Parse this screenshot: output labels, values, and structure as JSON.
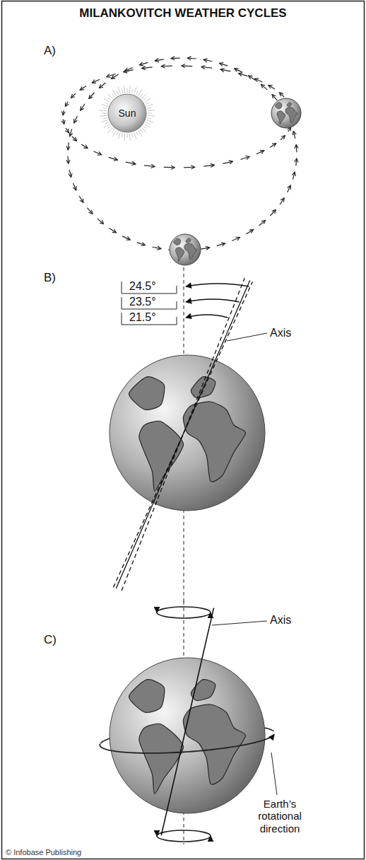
{
  "diagram": {
    "title": "MILANKOVITCH WEATHER CYCLES",
    "nodes": [
      {
        "text": [
          "Sun"
        ]
      }
    ],
    "labels": [
      "A)",
      "B)",
      "24.5°",
      "23.5°",
      "21.5°",
      "Axis",
      "C)",
      "Axis",
      "Earth’s rotational direction",
      "© Infobase Publishing"
    ]
  }
}
